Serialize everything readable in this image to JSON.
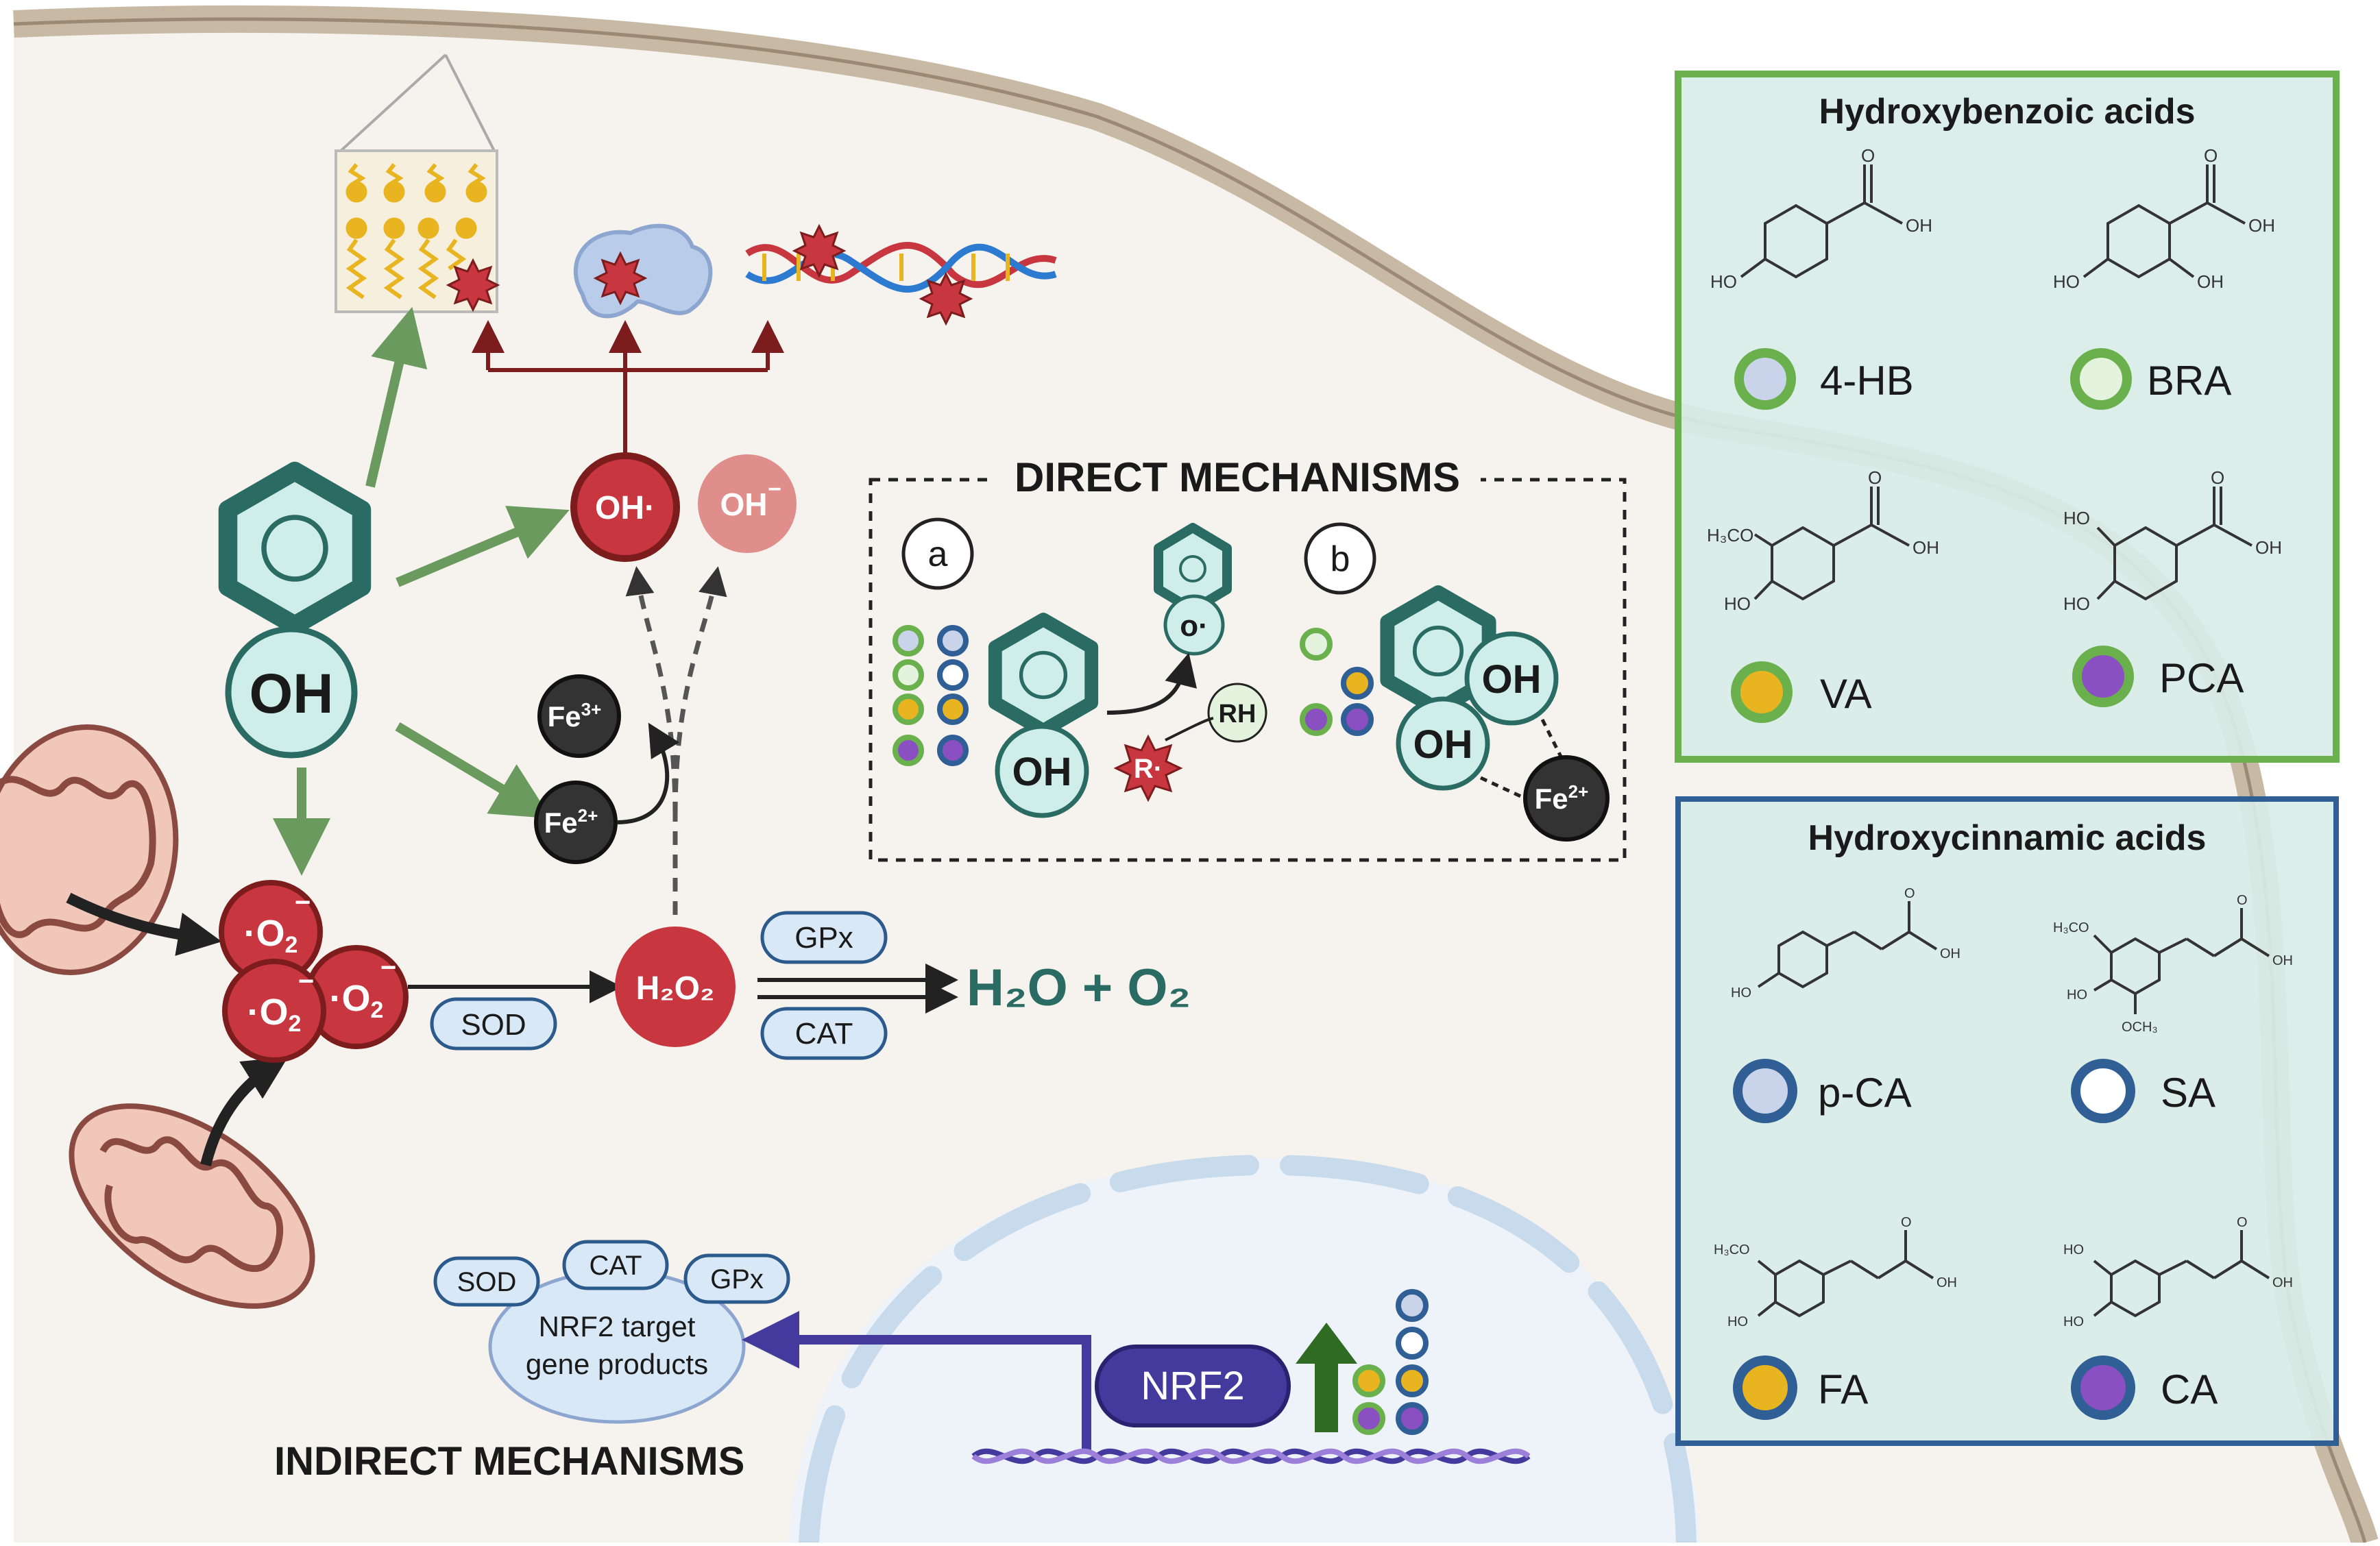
{
  "colors": {
    "background": "#f6f3ee",
    "membrane": "#c8b9a4",
    "ros_red": "#c8363f",
    "oh_minus": "#e08e8c",
    "teal": "#2a6b63",
    "teal_fill": "#cfeee9",
    "green_arrow": "#6a9a5e",
    "dark_red": "#7c1c1c",
    "enzyme_fill": "#d9e8f7",
    "enzyme_stroke": "#2c5a8c",
    "nrf2": "#443a9e",
    "hba_border": "#6ab04c",
    "hca_border": "#2f5f95",
    "panel_fill": "#d8ede7",
    "yellow": "#e8b520",
    "purple": "#8a4fc1",
    "light_blue": "#c9d4ea"
  },
  "labels": {
    "direct_mechanisms": "DIRECT MECHANISMS",
    "indirect_mechanisms": "INDIRECT MECHANISMS",
    "oh": "OH",
    "oh_radical": "OH·",
    "oh_minus": "OH",
    "superscript_minus": "−",
    "fe3": "Fe",
    "fe3_sup": "3+",
    "fe2": "Fe",
    "fe2_sup": "2+",
    "o2": "O",
    "o2_sub": "2",
    "h2o2": "H₂O₂",
    "h2o_o2": "H₂O + O₂",
    "sod": "SOD",
    "gpx": "GPx",
    "cat": "CAT",
    "mech_a": "a",
    "mech_b": "b",
    "o_radical": "o·",
    "rh": "RH",
    "r_radical": "R·",
    "nrf2": "NRF2",
    "nrf2_target_line1": "NRF2 target",
    "nrf2_target_line2": "gene products",
    "chem_ho": "HO",
    "chem_oh": "OH",
    "chem_o": "O",
    "chem_h3co": "H₃CO",
    "chem_och3": "OCH₃"
  },
  "hydroxybenzoic": {
    "title": "Hydroxybenzoic acids",
    "items": [
      {
        "label": "4-HB",
        "fill": "#c9d4ea"
      },
      {
        "label": "BRA",
        "fill": "#e4f3de"
      },
      {
        "label": "VA",
        "fill": "#e8b520"
      },
      {
        "label": "PCA",
        "fill": "#8a4fc1"
      }
    ]
  },
  "hydroxycinnamic": {
    "title": "Hydroxycinnamic acids",
    "items": [
      {
        "label": "p-CA",
        "fill": "#c9d4ea"
      },
      {
        "label": "SA",
        "fill": "#ffffff"
      },
      {
        "label": "FA",
        "fill": "#e8b520"
      },
      {
        "label": "CA",
        "fill": "#8a4fc1"
      }
    ]
  }
}
